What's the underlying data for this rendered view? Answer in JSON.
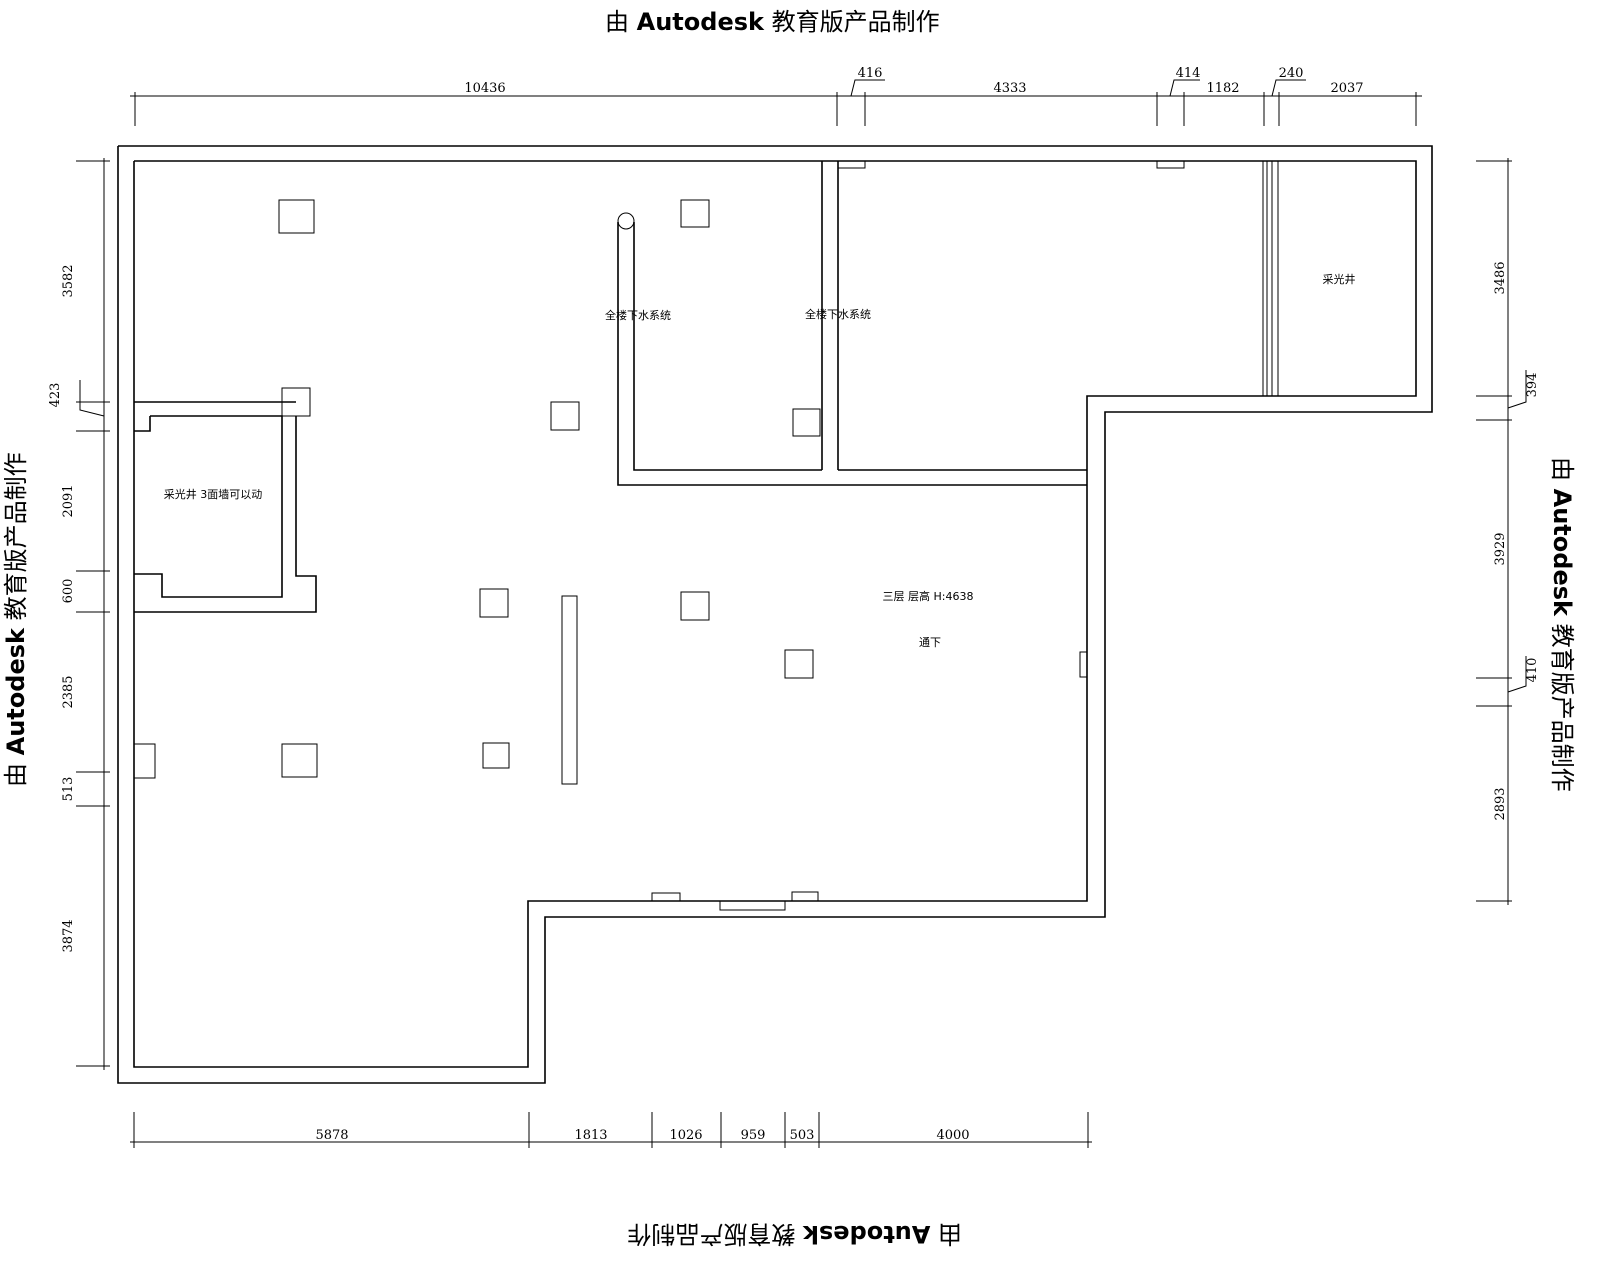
{
  "watermark": {
    "text_prefix": "由 ",
    "text_brand": "Autodesk",
    "text_suffix": " 教育版产品制作"
  },
  "dimensions": {
    "top": [
      "10436",
      "416",
      "4333",
      "414",
      "1182",
      "240",
      "2037"
    ],
    "bottom": [
      "5878",
      "1813",
      "1026",
      "959",
      "503",
      "4000"
    ],
    "left": [
      "3582",
      "423",
      "2091",
      "600",
      "2385",
      "513",
      "3874"
    ],
    "right": [
      "3486",
      "394",
      "3929",
      "410",
      "2893"
    ]
  },
  "labels": {
    "light_well_right": "采光井",
    "light_well_left": "采光井 3面墙可以动",
    "drain_system_1": "全楼下水系统",
    "drain_system_2": "全楼下水系统",
    "floor_height": "三层 层高 H:4638",
    "going_down": "通下"
  }
}
